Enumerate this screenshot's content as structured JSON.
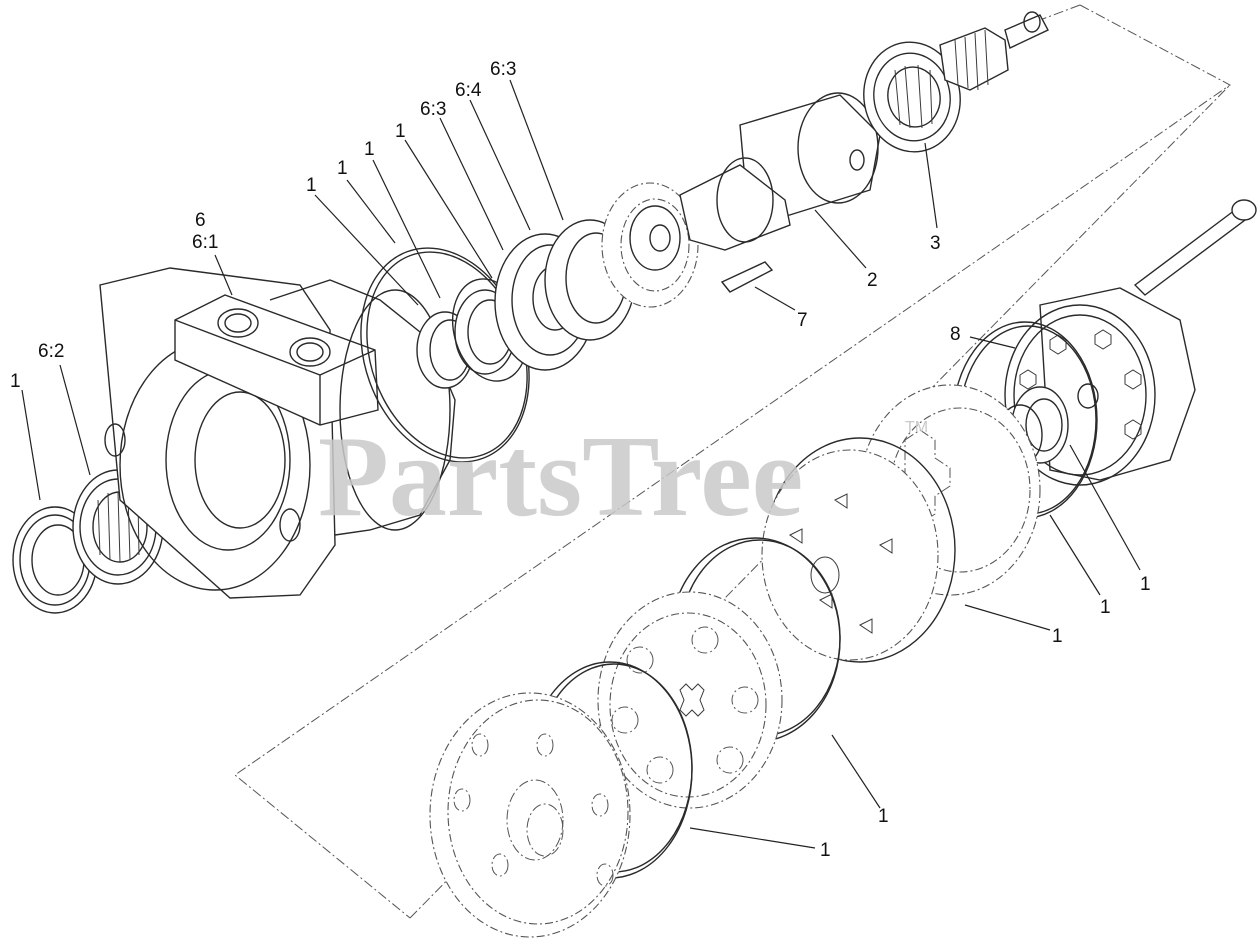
{
  "diagram": {
    "watermark": {
      "brand": "PartsTree",
      "trademark": "TM"
    },
    "callouts": [
      {
        "id": "c-1-seal",
        "text": "1"
      },
      {
        "id": "c-6-2",
        "text": "6:2"
      },
      {
        "id": "c-6",
        "text": "6"
      },
      {
        "id": "c-6-1",
        "text": "6:1"
      },
      {
        "id": "c-1-a",
        "text": "1"
      },
      {
        "id": "c-1-b",
        "text": "1"
      },
      {
        "id": "c-1-c",
        "text": "1"
      },
      {
        "id": "c-1-d",
        "text": "1"
      },
      {
        "id": "c-6-3-a",
        "text": "6:3"
      },
      {
        "id": "c-6-4",
        "text": "6:4"
      },
      {
        "id": "c-6-3-b",
        "text": "6:3"
      },
      {
        "id": "c-2",
        "text": "2"
      },
      {
        "id": "c-3",
        "text": "3"
      },
      {
        "id": "c-7",
        "text": "7"
      },
      {
        "id": "c-8",
        "text": "8"
      },
      {
        "id": "c-1-e",
        "text": "1"
      },
      {
        "id": "c-1-f",
        "text": "1"
      },
      {
        "id": "c-1-g",
        "text": "1"
      },
      {
        "id": "c-1-h",
        "text": "1"
      },
      {
        "id": "c-1-i",
        "text": "1"
      }
    ]
  }
}
